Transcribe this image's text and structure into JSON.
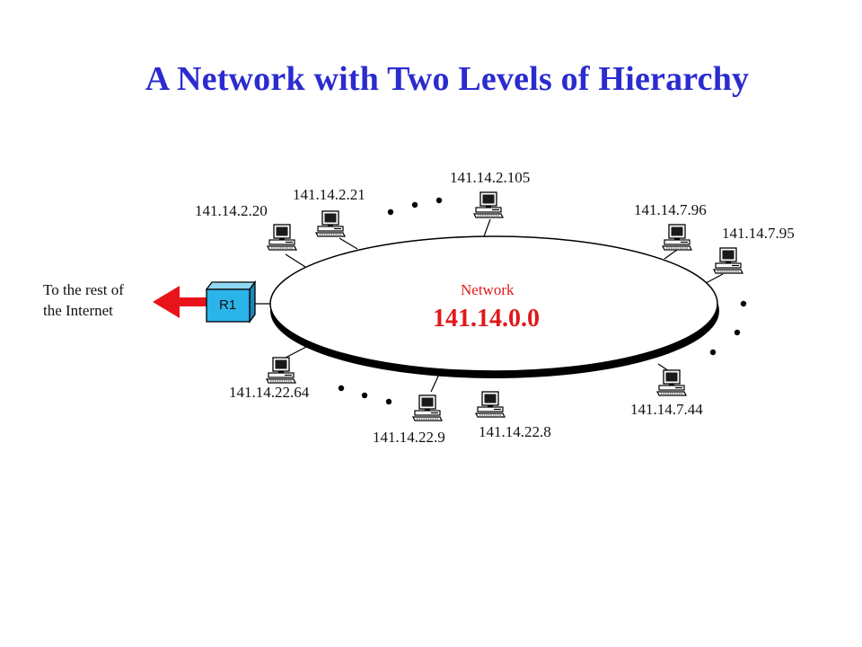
{
  "slide": {
    "title": "A Network with Two Levels of Hierarchy"
  },
  "network": {
    "label": "Network",
    "address": "141.14.0.0"
  },
  "router": {
    "label": "R1"
  },
  "internet": {
    "line1": "To the rest of",
    "line2": "the Internet"
  },
  "hosts": [
    {
      "id": "h1",
      "address": "141.14.2.20"
    },
    {
      "id": "h2",
      "address": "141.14.2.21"
    },
    {
      "id": "h3",
      "address": "141.14.2.105"
    },
    {
      "id": "h4",
      "address": "141.14.7.96"
    },
    {
      "id": "h5",
      "address": "141.14.7.95"
    },
    {
      "id": "h6",
      "address": "141.14.7.44"
    },
    {
      "id": "h7",
      "address": "141.14.22.8"
    },
    {
      "id": "h8",
      "address": "141.14.22.9"
    },
    {
      "id": "h9",
      "address": "141.14.22.64"
    }
  ],
  "colors": {
    "title": "#2b2bcf",
    "network_text": "#e0191b",
    "router_fill": "#2ab4ea",
    "arrow": "#e8141b"
  }
}
